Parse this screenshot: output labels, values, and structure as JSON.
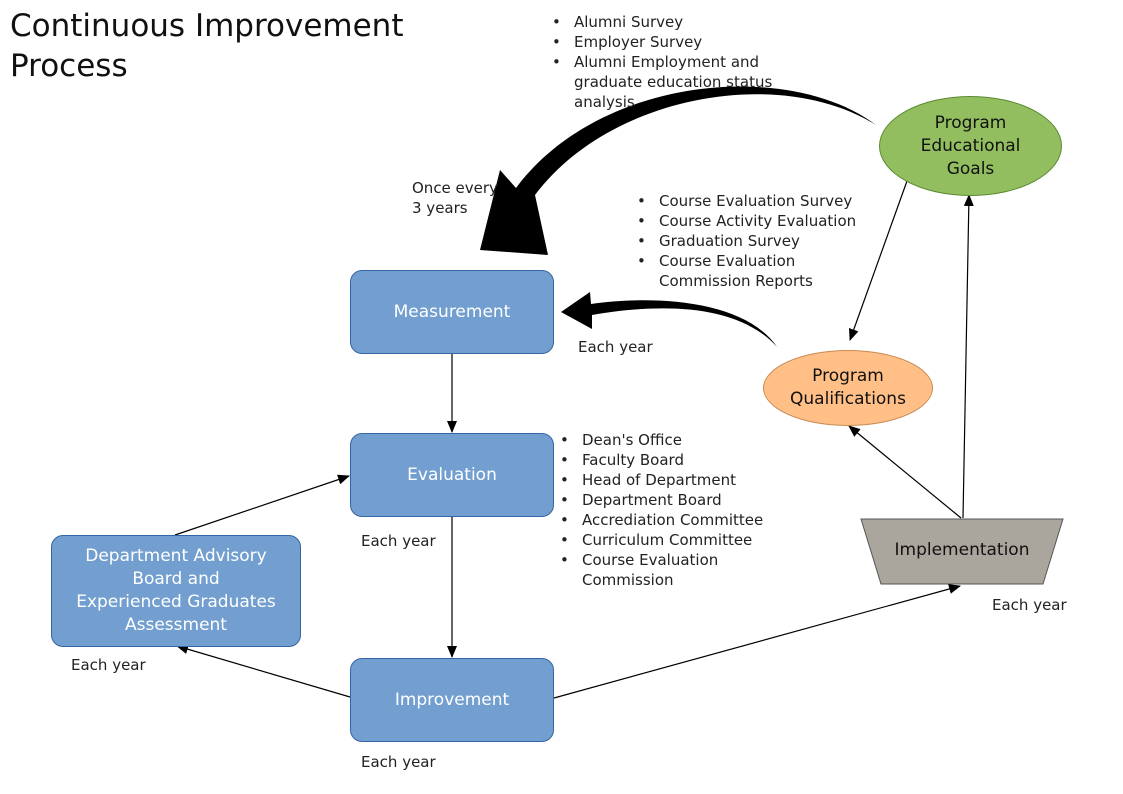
{
  "title": {
    "line1": "Continuous Improvement",
    "line2": "Process"
  },
  "nodes": {
    "measurement": "Measurement",
    "evaluation": "Evaluation",
    "improvement": "Improvement",
    "advisory": [
      "Department Advisory",
      "Board and",
      "Experienced Graduates",
      "Assessment"
    ],
    "program_goals": [
      "Program",
      "Educational",
      "Goals"
    ],
    "program_qualifications": [
      "Program",
      "Qualifications"
    ],
    "implementation": "Implementation"
  },
  "lists": {
    "top_surveys": [
      "Alumni Survey",
      "Employer Survey",
      "Alumni Employment and",
      "graduate education status",
      "analysis"
    ],
    "course_surveys": [
      "Course Evaluation Survey",
      "Course Activity Evaluation",
      "Graduation Survey",
      "Course Evaluation",
      "Commission Reports"
    ],
    "evaluators": [
      "Dean's Office",
      "Faculty Board",
      "Head of Department",
      "Department Board",
      "Accrediation Committee",
      "Curriculum Committee",
      "Course Evaluation",
      "Commission"
    ]
  },
  "notes": {
    "once_every_1": "Once every",
    "once_every_2": "3 years",
    "each_year_measurement": "Each year",
    "each_year_evaluation": "Each year",
    "each_year_advisory": "Each year",
    "each_year_improvement": "Each year",
    "each_year_implementation": "Each year"
  },
  "colors": {
    "box_blue": "#729fcf",
    "goals_green": "#92be60",
    "qualifications_orange": "#ffbf87",
    "implementation_gray": "#aaa69e"
  }
}
